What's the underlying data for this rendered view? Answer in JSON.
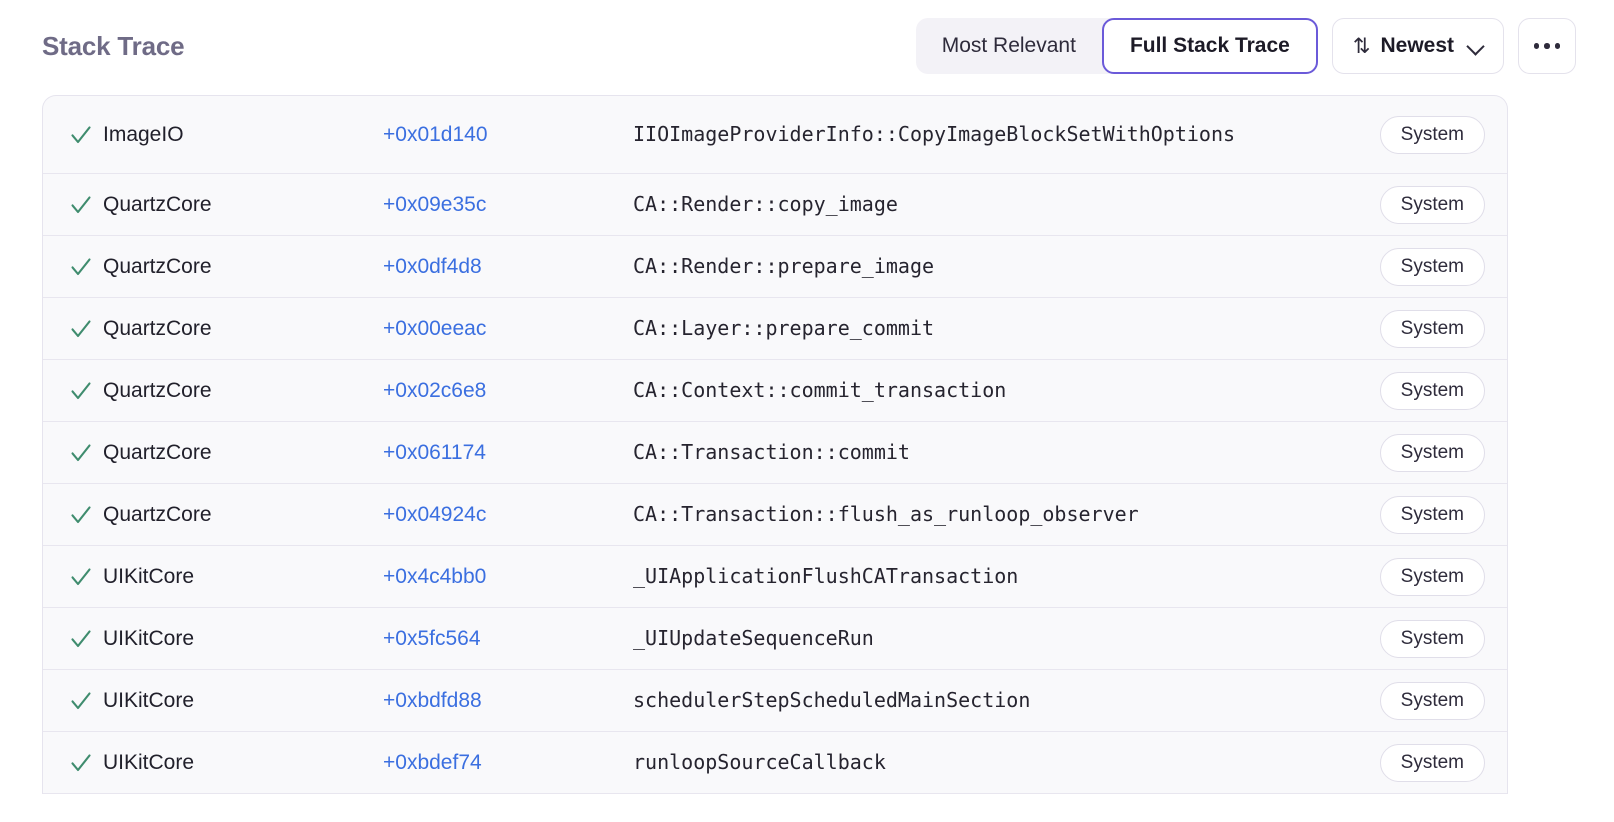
{
  "header": {
    "title": "Stack Trace",
    "segmented": {
      "options": [
        {
          "label": "Most Relevant",
          "active": false
        },
        {
          "label": "Full Stack Trace",
          "active": true
        }
      ]
    },
    "sort": {
      "icon": "sort-arrows-icon",
      "label": "Newest",
      "chevron": "chevron-down-icon"
    },
    "overflow": {
      "icon": "ellipsis-icon"
    }
  },
  "colors": {
    "title": "#6f6b86",
    "accent_purple": "#6b5ad9",
    "offset_blue": "#3b6fe0",
    "check_green": "#3f8c6e",
    "row_bg": "#f9f9fb",
    "divider": "#e8e6ef",
    "segment_inactive_bg": "#f3f2f7"
  },
  "stack_trace": {
    "frames": [
      {
        "status_icon": "check-icon",
        "module": "ImageIO",
        "offset": "+0x01d140",
        "symbol": "IIOImageProviderInfo::CopyImageBlockSetWithOptions",
        "badge": "System",
        "wrapped": true
      },
      {
        "status_icon": "check-icon",
        "module": "QuartzCore",
        "offset": "+0x09e35c",
        "symbol": "CA::Render::copy_image",
        "badge": "System",
        "wrapped": false
      },
      {
        "status_icon": "check-icon",
        "module": "QuartzCore",
        "offset": "+0x0df4d8",
        "symbol": "CA::Render::prepare_image",
        "badge": "System",
        "wrapped": false
      },
      {
        "status_icon": "check-icon",
        "module": "QuartzCore",
        "offset": "+0x00eeac",
        "symbol": "CA::Layer::prepare_commit",
        "badge": "System",
        "wrapped": false
      },
      {
        "status_icon": "check-icon",
        "module": "QuartzCore",
        "offset": "+0x02c6e8",
        "symbol": "CA::Context::commit_transaction",
        "badge": "System",
        "wrapped": false
      },
      {
        "status_icon": "check-icon",
        "module": "QuartzCore",
        "offset": "+0x061174",
        "symbol": "CA::Transaction::commit",
        "badge": "System",
        "wrapped": false
      },
      {
        "status_icon": "check-icon",
        "module": "QuartzCore",
        "offset": "+0x04924c",
        "symbol": "CA::Transaction::flush_as_runloop_observer",
        "badge": "System",
        "wrapped": false
      },
      {
        "status_icon": "check-icon",
        "module": "UIKitCore",
        "offset": "+0x4c4bb0",
        "symbol": "_UIApplicationFlushCATransaction",
        "badge": "System",
        "wrapped": false
      },
      {
        "status_icon": "check-icon",
        "module": "UIKitCore",
        "offset": "+0x5fc564",
        "symbol": "_UIUpdateSequenceRun",
        "badge": "System",
        "wrapped": false
      },
      {
        "status_icon": "check-icon",
        "module": "UIKitCore",
        "offset": "+0xbdfd88",
        "symbol": "schedulerStepScheduledMainSection",
        "badge": "System",
        "wrapped": false
      },
      {
        "status_icon": "check-icon",
        "module": "UIKitCore",
        "offset": "+0xbdef74",
        "symbol": "runloopSourceCallback",
        "badge": "System",
        "wrapped": false
      }
    ]
  }
}
